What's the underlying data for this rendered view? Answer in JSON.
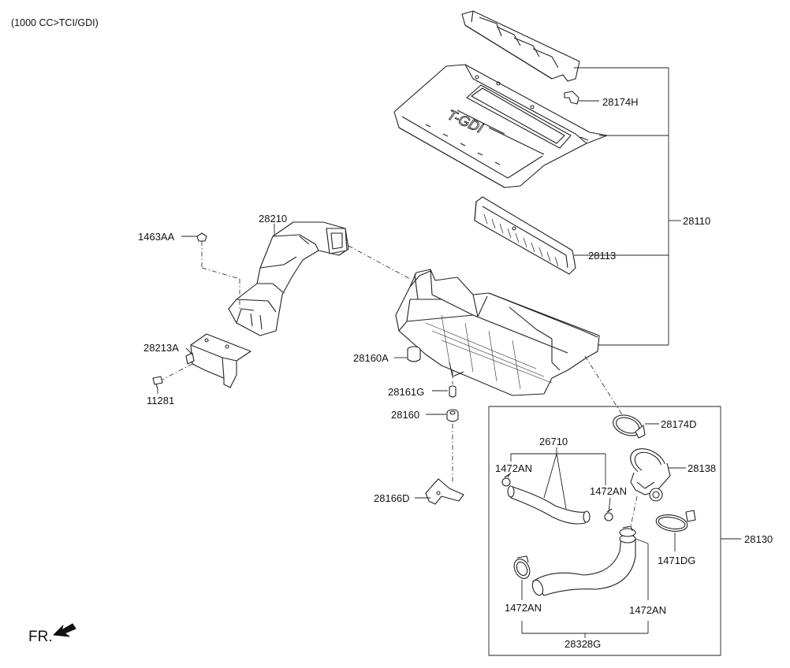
{
  "header": {
    "spec": "(1000 CC>TCI/GDI)"
  },
  "orientation": {
    "label": "FR."
  },
  "parts": {
    "p28174H": "28174H",
    "p28110": "28110",
    "p28210": "28210",
    "p1463AA": "1463AA",
    "p28113": "28113",
    "p28213A": "28213A",
    "p28160A": "28160A",
    "p11281": "11281",
    "p28161G": "28161G",
    "p28160": "28160",
    "p28174D": "28174D",
    "p26710": "26710",
    "p1472AN_a": "1472AN",
    "p28138": "28138",
    "p1472AN_b": "1472AN",
    "p28166D": "28166D",
    "p28130": "28130",
    "p1471DG": "1471DG",
    "p1472AN_c": "1472AN",
    "p1472AN_d": "1472AN",
    "p28328G": "28328G"
  },
  "colors": {
    "line": "#222222",
    "fill": "#ffffff",
    "shade": "#d9d9d9"
  },
  "icons": {
    "front_arrow": "arrow-icon"
  }
}
